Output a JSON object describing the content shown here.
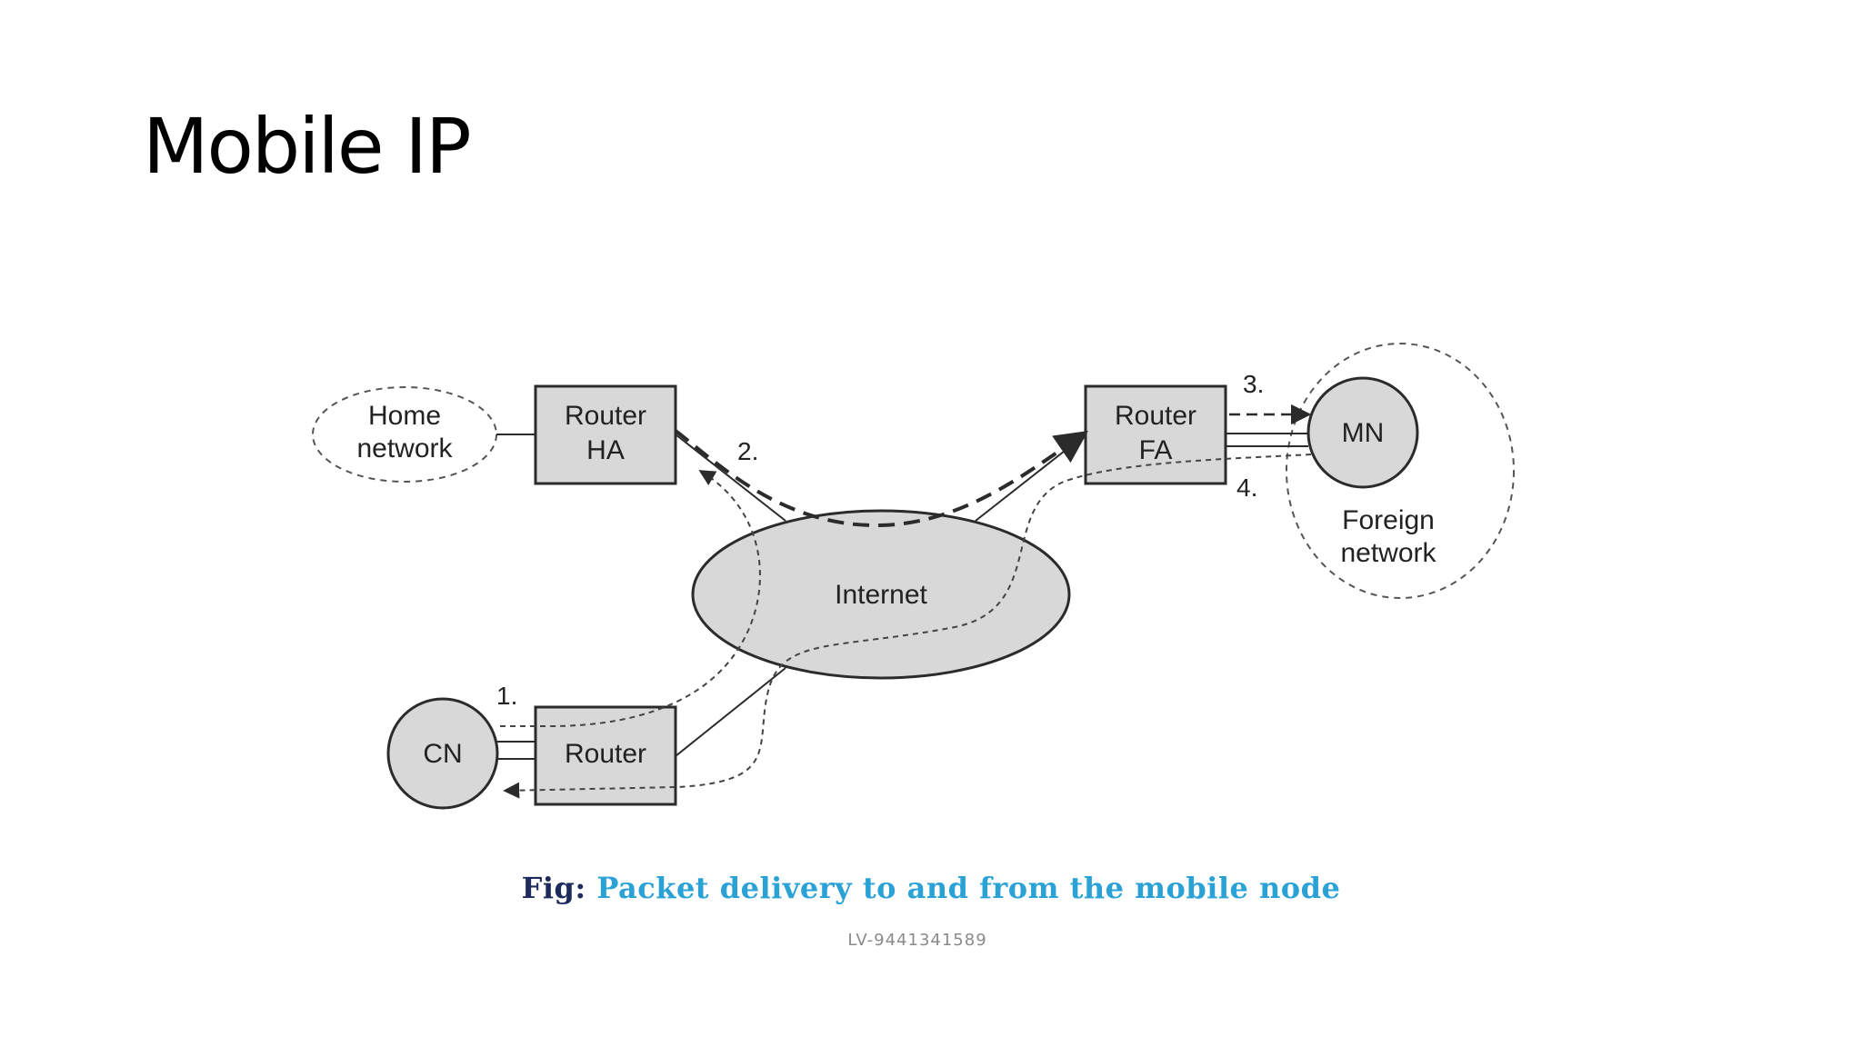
{
  "slide": {
    "title": "Mobile IP"
  },
  "diagram": {
    "nodes": {
      "home_network": [
        "Home",
        "network"
      ],
      "router_ha": [
        "Router",
        "HA"
      ],
      "router_fa": [
        "Router",
        "FA"
      ],
      "mn": "MN",
      "foreign_network": [
        "Foreign",
        "network"
      ],
      "internet": "Internet",
      "cn": "CN",
      "router_cn": "Router"
    },
    "steps": [
      "1.",
      "2.",
      "3.",
      "4."
    ]
  },
  "caption": {
    "prefix": "Fig:",
    "text": "Packet delivery to and from the mobile node"
  },
  "watermark": "LV-9441341589",
  "colors": {
    "node_fill": "#d8d8d8",
    "line": "#2b2b2b",
    "caption_prefix": "#1d2b5c",
    "caption_text": "#2aa2d6"
  }
}
